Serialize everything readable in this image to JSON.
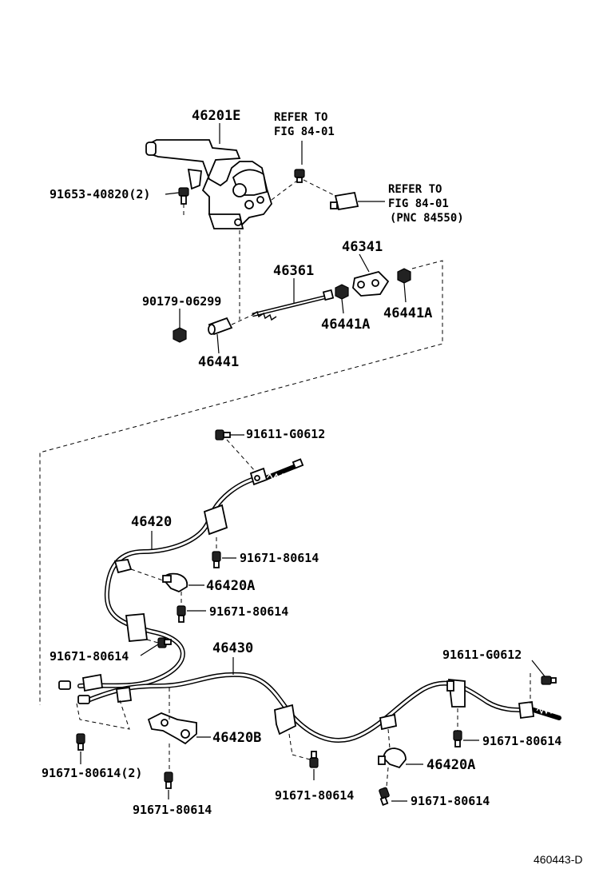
{
  "labels": {
    "lever_assy": "46201E",
    "refer_fig_a_1": "REFER TO",
    "refer_fig_a_2": "FIG 84-01",
    "refer_fig_b_1": "REFER TO",
    "refer_fig_b_2": "FIG 84-01",
    "refer_fig_b_3": "(PNC 84550)",
    "bolt_lever": "91653-40820(2)",
    "equalizer": "46341",
    "rod": "46361",
    "nut_top": "90179-06299",
    "nut_a_left": "46441A",
    "nut_a_right": "46441A",
    "adjust_nut": "46441",
    "bolt_g0612_top": "91611-G0612",
    "cable_front": "46420",
    "bolt_80614_a": "91671-80614",
    "clamp_a_top": "46420A",
    "bolt_80614_b": "91671-80614",
    "bolt_80614_c": "91671-80614",
    "cable_rear": "46430",
    "bolt_g0612_right": "91611-G0612",
    "bolt_80614_right": "91671-80614",
    "bracket_b": "46420B",
    "bolt_80614_x2": "91671-80614(2)",
    "bolt_80614_bottom_left": "91671-80614",
    "bolt_80614_bottom_mid": "91671-80614",
    "clamp_a_bottom": "46420A",
    "bolt_80614_bottom_right": "91671-80614",
    "figure_code": "460443-D"
  }
}
